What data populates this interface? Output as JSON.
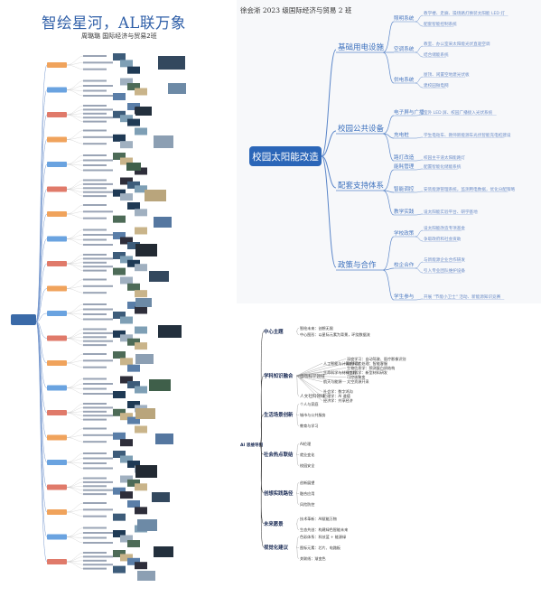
{
  "left": {
    "title": "智绘星河，AL联万象",
    "subtitle": "周璐璐  国际经济与贸易2班"
  },
  "top_right": {
    "header": "徐会淅 2023 级国际经济与贸易 2 班",
    "root": "校园太阳能改造",
    "branches": [
      {
        "label": "基础用电设施",
        "children": [
          {
            "label": "照明系统",
            "leaves": [
              "教学楼、走廊、操场路灯换装太阳能 LED 灯",
              "配套智能控制系统"
            ]
          },
          {
            "label": "空调系统",
            "leaves": [
              "教室、办公室采太阳能光伏直驱空调",
              "结合储能系统"
            ]
          },
          {
            "label": "供电系统",
            "leaves": [
              "屋顶、闲置空地建光伏板",
              "建校园微电网"
            ]
          }
        ]
      },
      {
        "label": "校园公共设备",
        "children": [
          {
            "label": "电子屏与广播",
            "leaves": [
              "室外 LED 屏、校园广播接入光伏系统"
            ]
          },
          {
            "label": "充电桩",
            "leaves": [
              "学生电动车、教师新能源车光伏智能充电桩建设"
            ]
          },
          {
            "label": "路灯改造",
            "leaves": [
              "校园主干道太阳能路灯"
            ]
          }
        ]
      },
      {
        "label": "配套支持体系",
        "children": [
          {
            "label": "能耗管理",
            "leaves": [
              "配置智能化储能系统"
            ]
          },
          {
            "label": "智能调控",
            "leaves": [
              "安装能源管理系统，监测用电数据，优化分配策略"
            ]
          },
          {
            "label": "教学实践",
            "leaves": [
              "设太阳能实验平台、研学基地"
            ]
          }
        ]
      },
      {
        "label": "政策与合作",
        "children": [
          {
            "label": "学校政策",
            "leaves": [
              "设太阳能改造专项基金",
              "争取政府和社会资助"
            ]
          },
          {
            "label": "校企合作",
            "leaves": [
              "与新能源企业合作研发",
              "引入专业团队维护设备"
            ]
          },
          {
            "label": "学生参与",
            "leaves": [
              "开展 \"节能小卫士\" 活动、新能源知识竞赛"
            ]
          }
        ]
      }
    ]
  },
  "bottom_right": {
    "root": "AI 思维导图",
    "sections": [
      {
        "label": "中心主题",
        "items": [
          "智绘未来：创想无限",
          "中心图形：以星际元素为背景，环绕数据流"
        ]
      },
      {
        "label": "学科知识融合",
        "items": [
          "自然科学领域",
          "人工智能与计算机科学",
          "深度学习：自动驾驶、医疗影像识别",
          "自然语言处理：智能客服",
          "生命科学与材料工程",
          "生物信息学：预测蛋白质结构",
          "材料科学：新型材料研发",
          "航天与能源",
          "可控核聚变",
          "太空资源开采",
          "人文社科领域",
          "社会学：数字鸿沟",
          "伦理学：AI 道德",
          "经济学：共享经济"
        ]
      },
      {
        "label": "生活场景创新",
        "items": [
          "个人与家庭",
          "城市与公共服务",
          "教育与学习"
        ]
      },
      {
        "label": "社会热点联结",
        "items": [
          "AI伦理",
          "就业变化",
          "校园安全"
        ]
      },
      {
        "label": "创想实践路径",
        "items": [
          "创新展望",
          "融合应用",
          "风险防控"
        ]
      },
      {
        "label": "未来愿景",
        "items": [
          "技术革新：AI赋能万物",
          "生态共创：构建绿色智能未来"
        ]
      },
      {
        "label": "视觉化建议",
        "items": [
          "色彩体系：科技蓝 + 能源绿",
          "图标元素：芯片、电路板",
          "关联线：渐变色"
        ]
      }
    ]
  }
}
